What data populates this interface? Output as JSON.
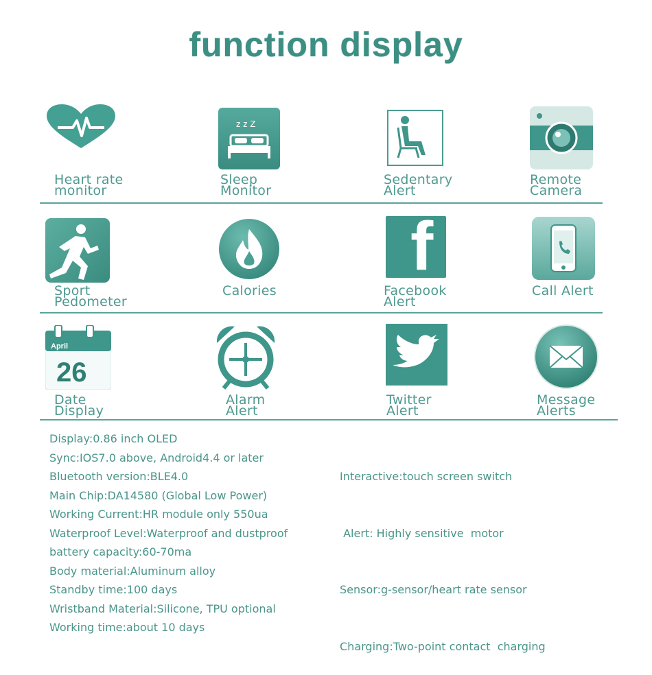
{
  "title": "function display",
  "features": [
    {
      "icon": "heart-rate-icon",
      "line1": "Heart rate",
      "line2": "monitor"
    },
    {
      "icon": "sleep-bed-icon",
      "line1": "Sleep",
      "line2": "Monitor",
      "zzz": "z z Z"
    },
    {
      "icon": "sedentary-chair-icon",
      "line1": "Sedentary",
      "line2": "Alert"
    },
    {
      "icon": "camera-icon",
      "line1": "Remote",
      "line2": "Camera"
    },
    {
      "icon": "runner-icon",
      "line1": "Sport",
      "line2": "Pedometer"
    },
    {
      "icon": "flame-icon",
      "line1": "Calories",
      "line2": ""
    },
    {
      "icon": "facebook-icon",
      "line1": "Facebook",
      "line2": "Alert",
      "glyph": "f"
    },
    {
      "icon": "phone-icon",
      "line1": "Call Alert",
      "line2": ""
    },
    {
      "icon": "calendar-icon",
      "line1": "Date",
      "line2": "Display",
      "month": "April",
      "day": "26"
    },
    {
      "icon": "alarm-clock-icon",
      "line1": "Alarm",
      "line2": "Alert"
    },
    {
      "icon": "twitter-bird-icon",
      "line1": "Twitter",
      "line2": "Alert"
    },
    {
      "icon": "envelope-icon",
      "line1": "Message",
      "line2": "Alerts"
    }
  ],
  "specs_left": [
    "Display:0.86 inch OLED",
    "Sync:IOS7.0 above, Android4.4 or later",
    "Bluetooth version:BLE4.0",
    "Main Chip:DA14580 (Global Low Power)",
    "Working Current:HR module only 550ua",
    "Waterproof Level:Waterproof and dustproof",
    "battery capacity:60-70ma",
    "Body material:Aluminum alloy",
    "Standby time:100 days",
    "Wristband Material:Silicone, TPU optional",
    "Working time:about 10 days"
  ],
  "specs_right": [
    "Interactive:touch screen switch",
    " Alert: Highly sensitive  motor",
    "Sensor:g-sensor/heart rate sensor",
    "Charging:Two-point contact  charging"
  ],
  "colors": {
    "teal": "#3f968a",
    "teal_light": "#7cc1b7",
    "divider": "#5aa39a"
  }
}
